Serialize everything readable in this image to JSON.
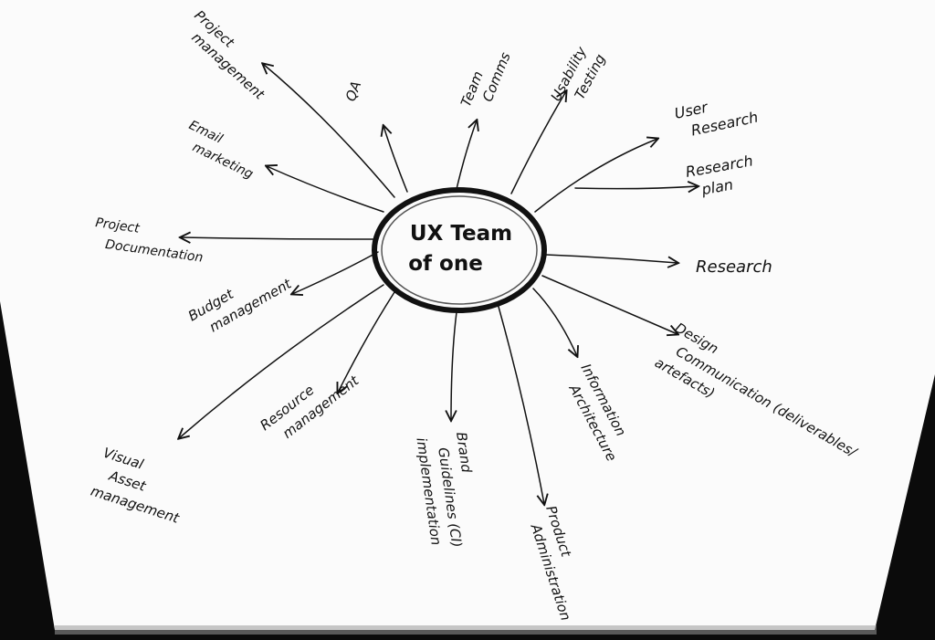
{
  "colors": {
    "paper": "#fbfbfb",
    "ink": "#111111",
    "background": "#0b0b0b"
  },
  "center": {
    "line1": "UX Team",
    "line2": "of one"
  },
  "nodes": [
    {
      "id": "project-management",
      "lines": [
        "Project",
        "management"
      ]
    },
    {
      "id": "qa",
      "lines": [
        "QA"
      ]
    },
    {
      "id": "team-comms",
      "lines": [
        "Team",
        "Comms"
      ]
    },
    {
      "id": "usability-testing",
      "lines": [
        "Usability",
        "Testing"
      ]
    },
    {
      "id": "user-research",
      "lines": [
        "User",
        "Research"
      ]
    },
    {
      "id": "research-plan",
      "lines": [
        "Research",
        "plan"
      ]
    },
    {
      "id": "research",
      "lines": [
        "Research"
      ]
    },
    {
      "id": "design-communication",
      "lines": [
        "Design",
        "Communication (deliverables/",
        "artefacts)"
      ]
    },
    {
      "id": "information-architecture",
      "lines": [
        "Information",
        "Architecture"
      ]
    },
    {
      "id": "product-administration",
      "lines": [
        "Product",
        "Administration"
      ]
    },
    {
      "id": "brand-guidelines",
      "lines": [
        "Brand",
        "Guidelines (CI)",
        "implementation"
      ]
    },
    {
      "id": "resource-management",
      "lines": [
        "Resource",
        "management"
      ]
    },
    {
      "id": "visual-asset-management",
      "lines": [
        "Visual",
        "Asset",
        "management"
      ]
    },
    {
      "id": "budget-management",
      "lines": [
        "Budget",
        "management"
      ]
    },
    {
      "id": "project-documentation",
      "lines": [
        "Project",
        "Documentation"
      ]
    },
    {
      "id": "email-marketing",
      "lines": [
        "Email",
        "marketing"
      ]
    }
  ]
}
